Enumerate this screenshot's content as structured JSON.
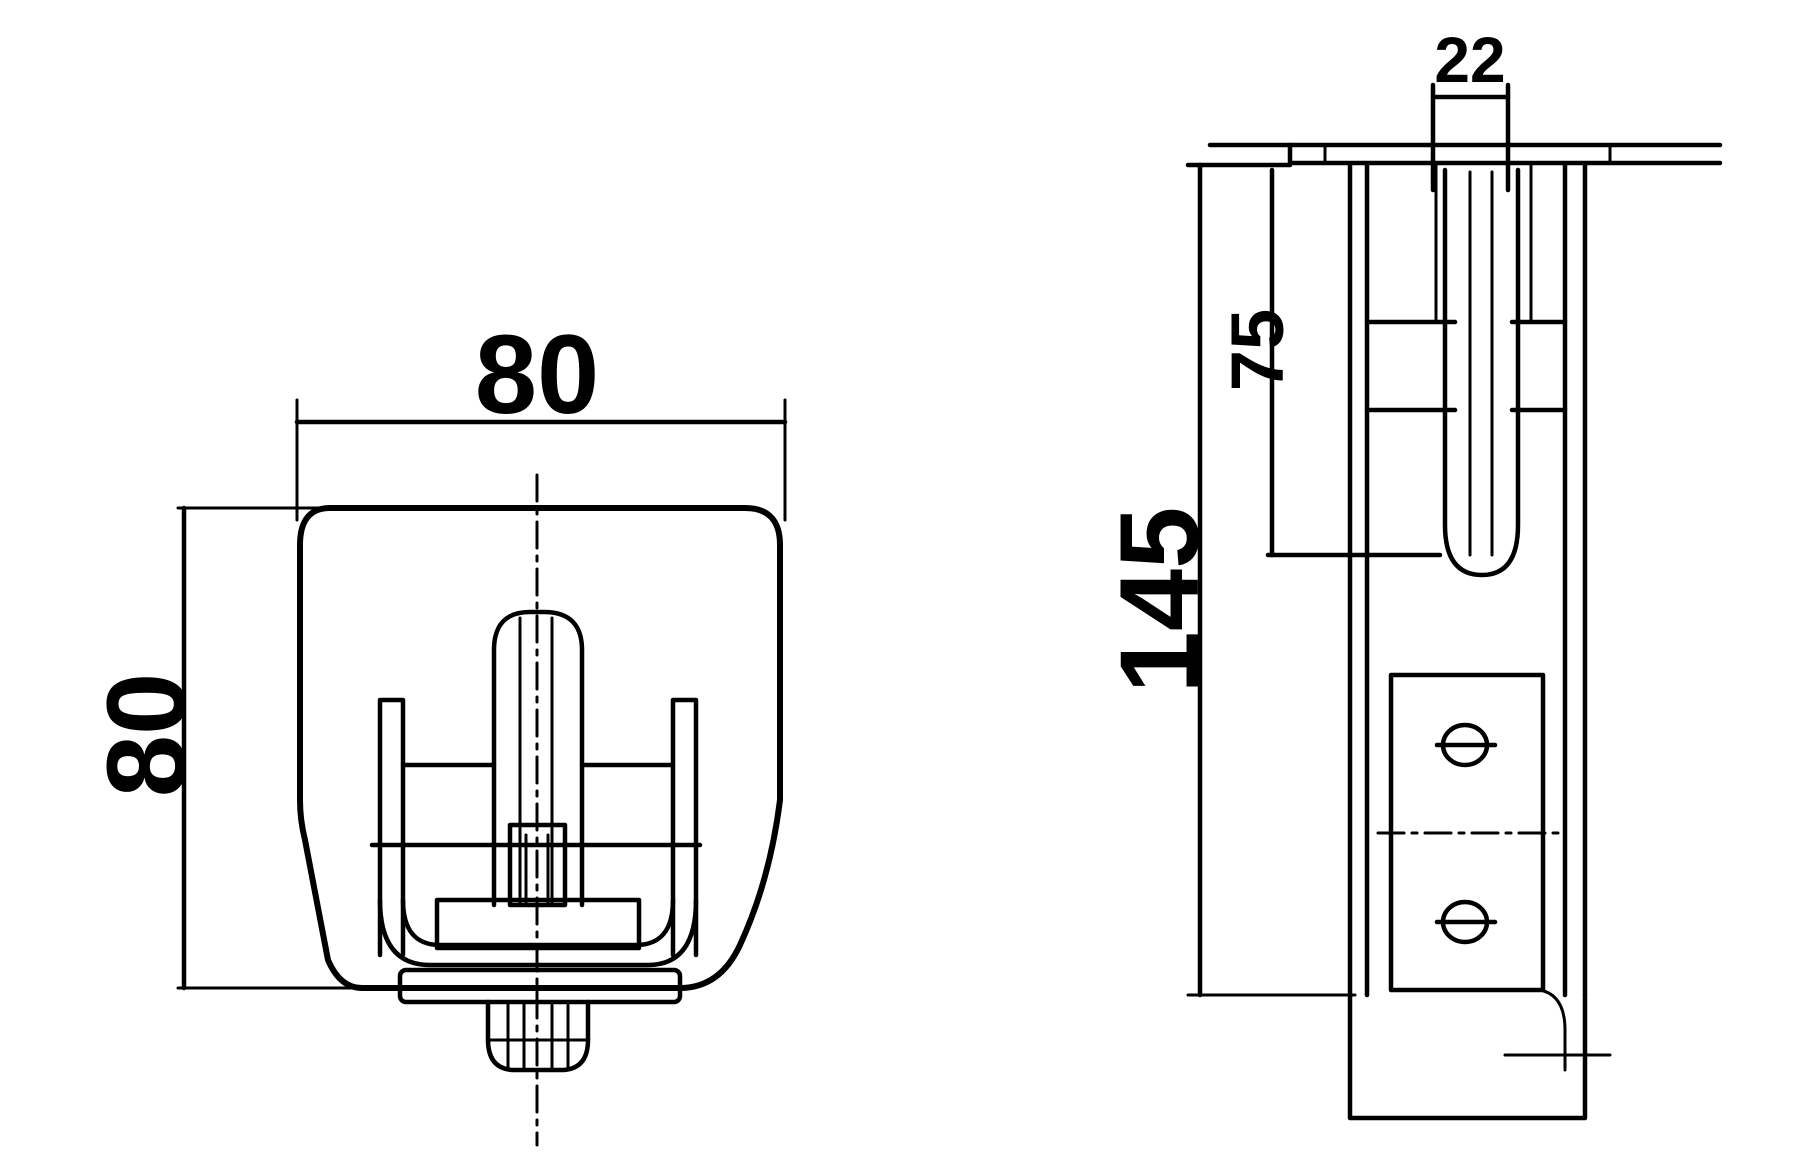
{
  "drawing": {
    "type": "technical-drawing",
    "views": [
      {
        "name": "front-view",
        "dimensions": {
          "width": "80",
          "height": "80"
        }
      },
      {
        "name": "side-view",
        "dimensions": {
          "slot_width": "22",
          "slot_length": "75",
          "overall_height": "145"
        }
      }
    ],
    "line_color": "#000000",
    "background_color": "#ffffff"
  }
}
